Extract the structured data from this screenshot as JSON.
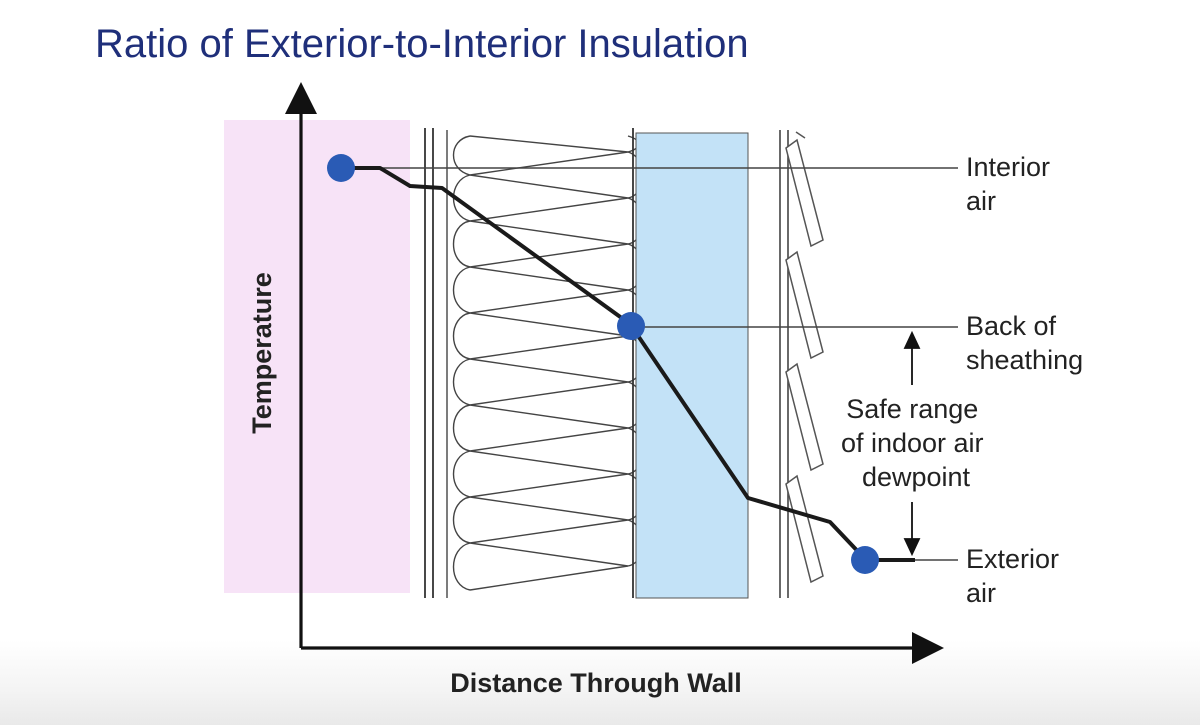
{
  "slide": {
    "title": "Ratio of Exterior-to-Interior Insulation"
  },
  "diagram": {
    "axes": {
      "x_label": "Distance Through Wall",
      "y_label": "Temperature"
    },
    "callouts": {
      "interior_air": [
        "Interior",
        "air"
      ],
      "back_of_sheathing": [
        "Back of",
        "sheathing"
      ],
      "exterior_air": [
        "Exterior",
        "air"
      ],
      "safe_range": [
        "Safe range",
        "of indoor air",
        "dewpoint"
      ]
    },
    "colors": {
      "title": "#1f2f7a",
      "interior_zone": "#f7e3f7",
      "rigid_insulation": "#c3e2f7",
      "point_marker": "#2a5bb5",
      "line": "#1a1a1a"
    }
  }
}
